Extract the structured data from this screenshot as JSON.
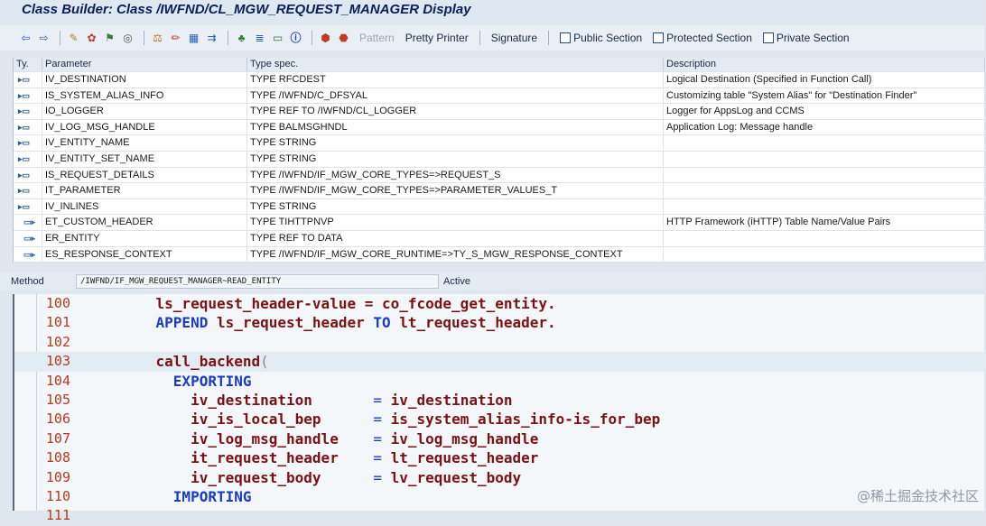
{
  "window": {
    "title": "Class Builder: Class /IWFND/CL_MGW_REQUEST_MANAGER Display"
  },
  "toolbar": {
    "icons": [
      "back-arrow-icon",
      "forward-arrow-icon",
      "other-object-icon",
      "display-change-icon",
      "activate-icon",
      "check-icon",
      "where-used-icon",
      "navigate-icon",
      "pencil-icon",
      "inspect-icon",
      "cut-icon",
      "hierarchy-icon",
      "stack-icon",
      "screen-icon",
      "info-icon",
      "breakpoint-icon",
      "session-breakpoint-icon"
    ],
    "pattern_label": "Pattern",
    "pretty_printer_label": "Pretty Printer",
    "signature_label": "Signature",
    "public_section_label": "Public Section",
    "protected_section_label": "Protected Section",
    "private_section_label": "Private Section"
  },
  "params": {
    "headers": {
      "ty": "Ty.",
      "param": "Parameter",
      "type": "Type spec.",
      "desc": "Description"
    },
    "rows": [
      {
        "kind": "import",
        "param": "IV_DESTINATION",
        "type": "TYPE RFCDEST",
        "desc": "Logical Destination (Specified in Function Call)"
      },
      {
        "kind": "import",
        "param": "IS_SYSTEM_ALIAS_INFO",
        "type": "TYPE /IWFND/C_DFSYAL",
        "desc": "Customizing table \"System Alias\"  for \"Destination Finder\""
      },
      {
        "kind": "import",
        "param": "IO_LOGGER",
        "type": "TYPE REF TO /IWFND/CL_LOGGER",
        "desc": "Logger for AppsLog and CCMS"
      },
      {
        "kind": "import",
        "param": "IV_LOG_MSG_HANDLE",
        "type": "TYPE BALMSGHNDL",
        "desc": "Application Log: Message handle"
      },
      {
        "kind": "import",
        "param": "IV_ENTITY_NAME",
        "type": "TYPE STRING",
        "desc": ""
      },
      {
        "kind": "import",
        "param": "IV_ENTITY_SET_NAME",
        "type": "TYPE STRING",
        "desc": ""
      },
      {
        "kind": "import",
        "param": "IS_REQUEST_DETAILS",
        "type": "TYPE /IWFND/IF_MGW_CORE_TYPES=>REQUEST_S",
        "desc": ""
      },
      {
        "kind": "import",
        "param": "IT_PARAMETER",
        "type": "TYPE /IWFND/IF_MGW_CORE_TYPES=>PARAMETER_VALUES_T",
        "desc": ""
      },
      {
        "kind": "import",
        "param": "IV_INLINES",
        "type": "TYPE STRING",
        "desc": ""
      },
      {
        "kind": "export",
        "param": "ET_CUSTOM_HEADER",
        "type": "TYPE TIHTTPNVP",
        "desc": "HTTP Framework (iHTTP) Table Name/Value Pairs"
      },
      {
        "kind": "export",
        "param": "ER_ENTITY",
        "type": "TYPE REF TO DATA",
        "desc": ""
      },
      {
        "kind": "export",
        "param": "ES_RESPONSE_CONTEXT",
        "type": "TYPE /IWFND/IF_MGW_CORE_RUNTIME=>TY_S_MGW_RESPONSE_CONTEXT",
        "desc": ""
      }
    ]
  },
  "method": {
    "label": "Method",
    "name": "/IWFND/IF_MGW_REQUEST_MANAGER~READ_ENTITY",
    "status": "Active"
  },
  "editor": {
    "lines": [
      {
        "num": "100",
        "a": "    ls_request_header-value = co_fcode_get_entity."
      },
      {
        "num": "101",
        "kw": "    APPEND",
        "a": " ls_request_header ",
        "kw2": "TO",
        "b": " lt_request_header."
      },
      {
        "num": "102",
        "a": ""
      },
      {
        "num": "103",
        "a": "    call_backend",
        "p": "("
      },
      {
        "num": "104",
        "kw": "      EXPORTING"
      },
      {
        "num": "105",
        "a": "        iv_destination       ",
        "op": "=",
        "b": " iv_destination"
      },
      {
        "num": "106",
        "a": "        iv_is_local_bep      ",
        "op": "=",
        "b": " is_system_alias_info-is_for_bep"
      },
      {
        "num": "107",
        "a": "        iv_log_msg_handle    ",
        "op": "=",
        "b": " iv_log_msg_handle"
      },
      {
        "num": "108",
        "a": "        it_request_header    ",
        "op": "=",
        "b": " lt_request_header"
      },
      {
        "num": "109",
        "a": "        iv_request_body      ",
        "op": "=",
        "b": " lv_request_body"
      },
      {
        "num": "110",
        "kw": "      IMPORTING"
      },
      {
        "num": "111",
        "a": ""
      }
    ]
  },
  "watermark": "@稀土掘金技术社区"
}
